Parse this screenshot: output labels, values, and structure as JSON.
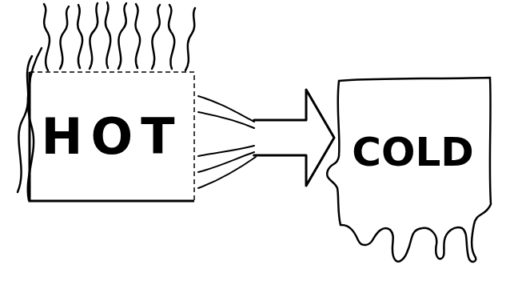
{
  "diagram": {
    "nodes": [
      {
        "text": [
          "HOT"
        ]
      },
      {
        "text": [
          "COLD"
        ]
      }
    ],
    "edges": [
      {
        "from": 0,
        "to": 1,
        "arrow": "to"
      }
    ]
  }
}
